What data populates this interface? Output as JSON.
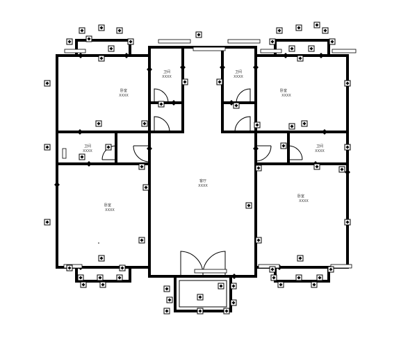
{
  "plan": {
    "rooms": [
      {
        "id": "upper-left-bedroom",
        "label": "卧室",
        "code": "XXXX"
      },
      {
        "id": "top-left-small-room",
        "label": "卫间",
        "code": "XXXX"
      },
      {
        "id": "top-right-small-room",
        "label": "卫间",
        "code": "XXXX"
      },
      {
        "id": "upper-right-bedroom",
        "label": "卧室",
        "code": "XXXX"
      },
      {
        "id": "mid-left-bath",
        "label": "卫间",
        "code": "XXXX"
      },
      {
        "id": "mid-right-bath",
        "label": "卫间",
        "code": "XXXX"
      },
      {
        "id": "central-hall",
        "label": "客厅",
        "code": "XXXX"
      },
      {
        "id": "lower-left-bedroom",
        "label": "卧室",
        "code": "XXXX"
      },
      {
        "id": "lower-right-bedroom",
        "label": "卧室",
        "code": "XXXX"
      }
    ]
  }
}
